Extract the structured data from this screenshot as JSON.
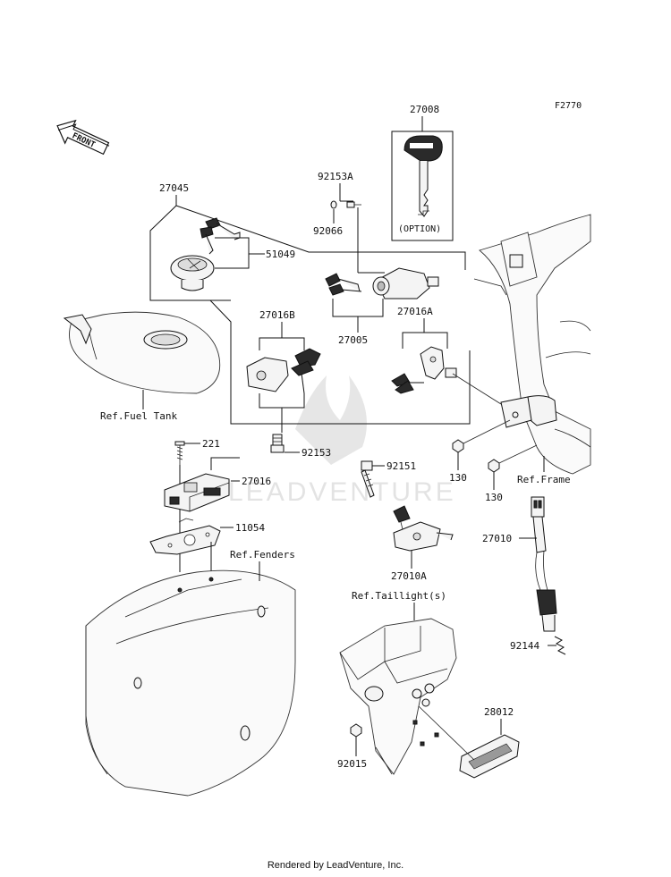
{
  "figure_code": "F2770",
  "front_label": "FRONT",
  "option_label": "(OPTION)",
  "footer": "Rendered by LeadVenture, Inc.",
  "watermark": "LEADVENTURE",
  "parts": {
    "p27008": "27008",
    "p92153a": "92153A",
    "p92066": "92066",
    "p27045": "27045",
    "p51049": "51049",
    "p27016b": "27016B",
    "p27005": "27005",
    "p27016a": "27016A",
    "p92153": "92153",
    "p221": "221",
    "p27016": "27016",
    "p11054": "11054",
    "p92151": "92151",
    "p130a": "130",
    "p130b": "130",
    "p27010": "27010",
    "p27010a": "27010A",
    "p92144": "92144",
    "p28012": "28012",
    "p92015": "92015"
  },
  "refs": {
    "fuel_tank": "Ref.Fuel Tank",
    "frame": "Ref.Frame",
    "fenders": "Ref.Fenders",
    "taillight": "Ref.Taillight(s)"
  }
}
